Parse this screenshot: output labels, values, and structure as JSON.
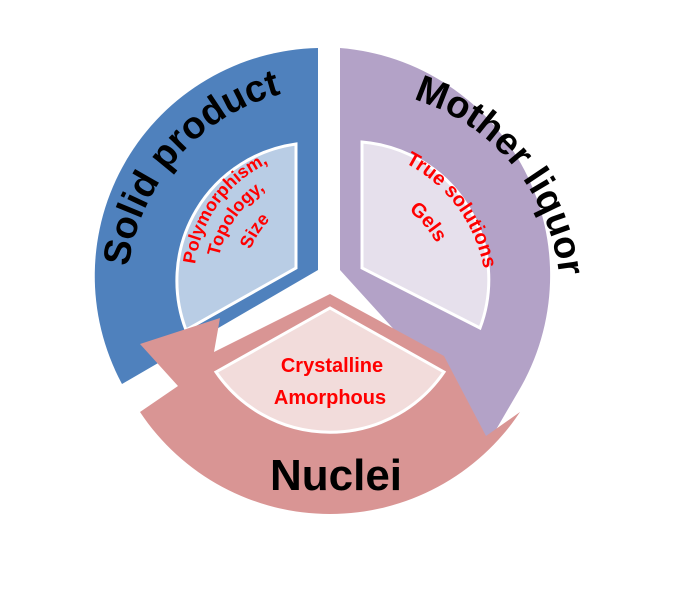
{
  "colors": {
    "solid_product": "#4f81bd",
    "solid_product_inner": "#b9cde5",
    "mother_liquor": "#b3a2c7",
    "mother_liquor_inner": "#e6e0ec",
    "nuclei": "#d99594",
    "nuclei_inner": "#f2dcdb",
    "outer_text": "#000000",
    "inner_text": "#ff0000"
  },
  "segments": {
    "solid_product": {
      "label": "Solid product",
      "inner_lines": [
        "Polymorphism,",
        "Topology,",
        "Size"
      ]
    },
    "mother_liquor": {
      "label": "Mother liquor",
      "inner_lines": [
        "True solutions",
        "Gels"
      ]
    },
    "nuclei": {
      "label": "Nuclei",
      "inner_lines": [
        "Crystalline",
        "Amorphous"
      ]
    }
  }
}
